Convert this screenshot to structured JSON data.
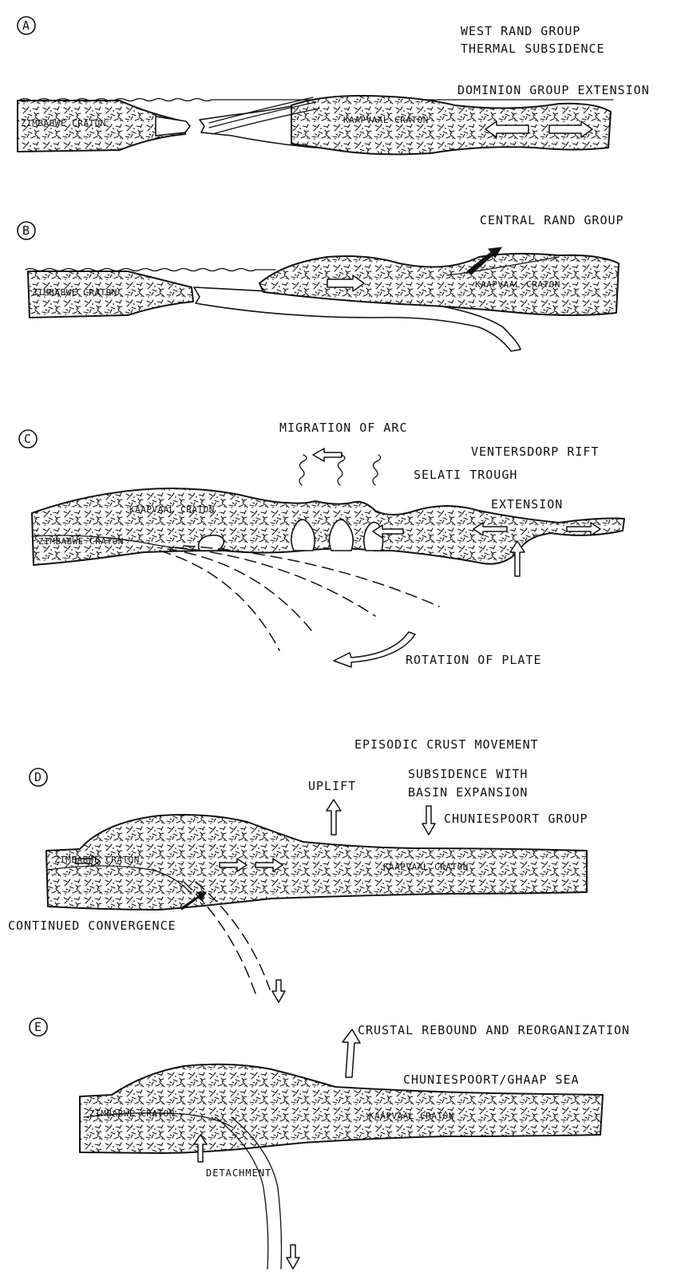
{
  "panels": {
    "a": {
      "label": "A",
      "annotations": [
        "WEST RAND GROUP",
        "THERMAL SUBSIDENCE",
        "DOMINION GROUP EXTENSION"
      ],
      "cratons": [
        "ZIMBABWE CRATON",
        "KAAPVAAL CRATON"
      ]
    },
    "b": {
      "label": "B",
      "annotations": [
        "CENTRAL RAND GROUP"
      ],
      "cratons": [
        "ZIMBABWE CRATON",
        "KAAPVAAL CRATON"
      ]
    },
    "c": {
      "label": "C",
      "annotations": [
        "MIGRATION OF ARC",
        "VENTERSDORP RIFT",
        "SELATI TROUGH",
        "EXTENSION",
        "ROTATION OF PLATE"
      ],
      "cratons": [
        "KAAPVAAL CRATON",
        "ZIMBABWE CRATON"
      ]
    },
    "d": {
      "label": "D",
      "annotations": [
        "EPISODIC CRUST MOVEMENT",
        "UPLIFT",
        "SUBSIDENCE WITH",
        "BASIN EXPANSION",
        "CHUNIESPOORT GROUP",
        "CONTINUED CONVERGENCE"
      ],
      "cratons": [
        "ZIMBABWE CRATON",
        "KAAPVAAL CRATON"
      ]
    },
    "e": {
      "label": "E",
      "annotations": [
        "CRUSTAL REBOUND AND REORGANIZATION",
        "CHUNIESPOORT/GHAAP SEA",
        "DETACHMENT"
      ],
      "cratons": [
        "ZIMBABWE CRATON",
        "KAAPVAAL CRATON"
      ]
    }
  },
  "colors": {
    "ink": "#111111",
    "paper": "#ffffff"
  }
}
